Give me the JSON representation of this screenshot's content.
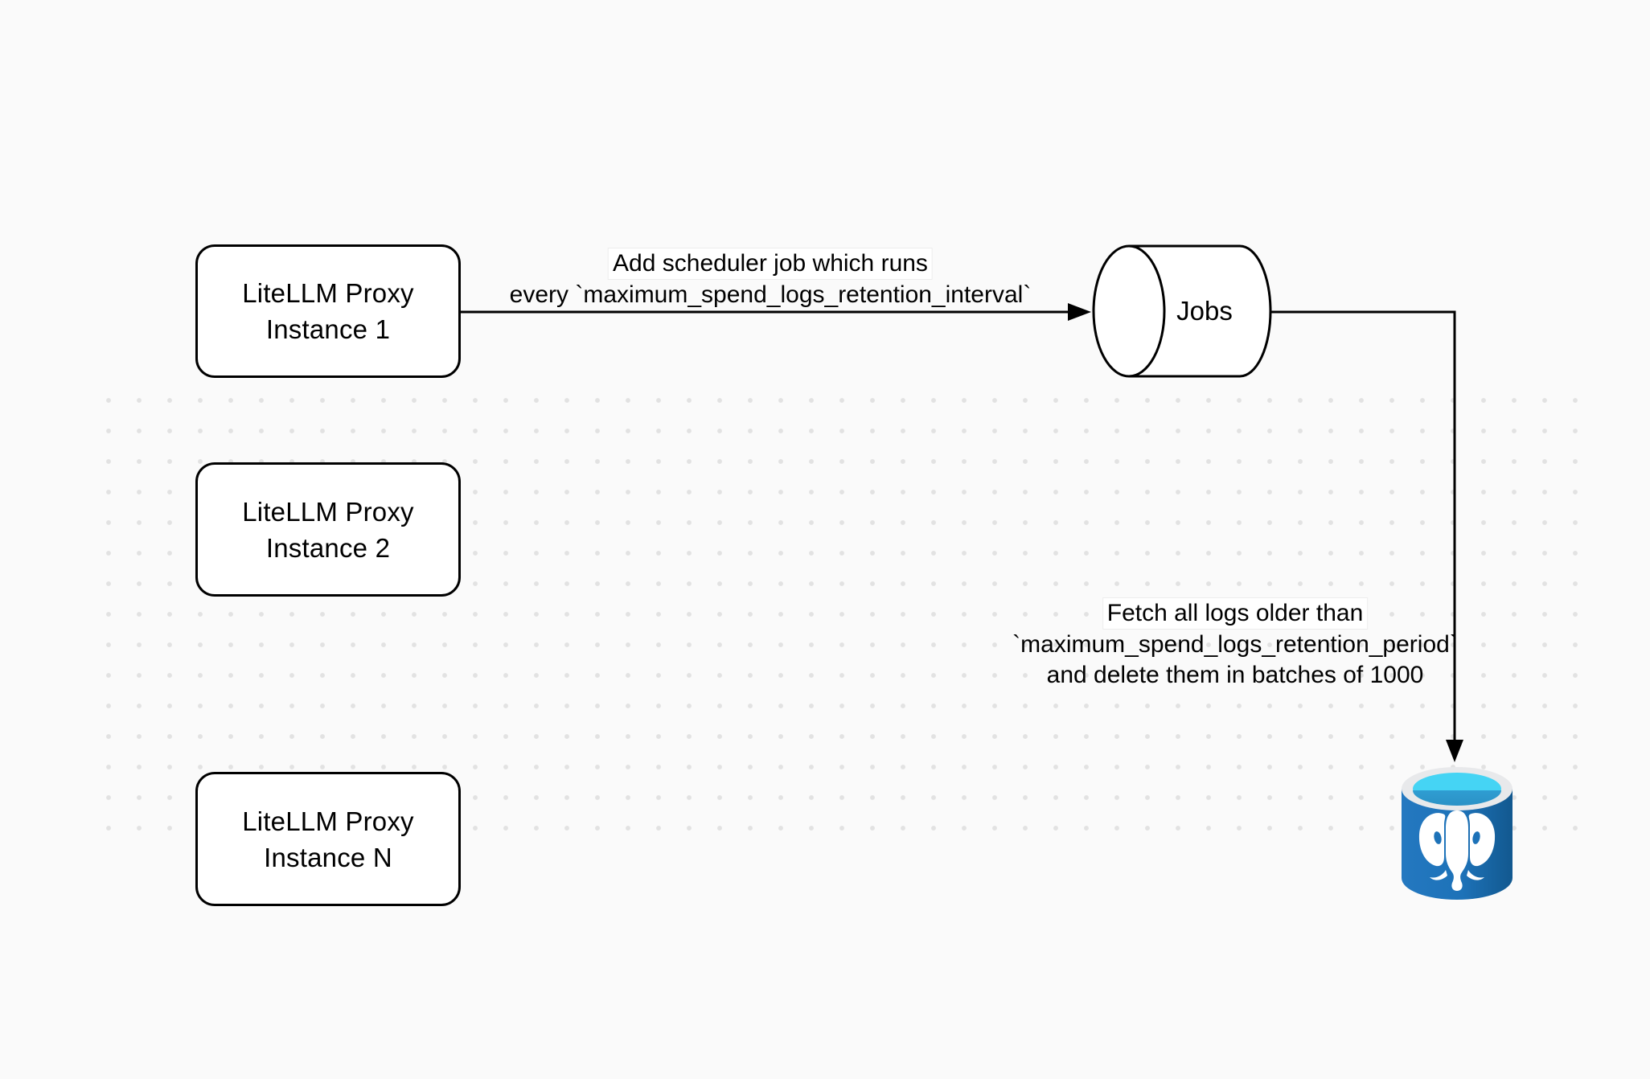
{
  "diagram": {
    "title_hint": "LiteLLM spend-logs cleanup scheduler diagram",
    "background": "#fafafa",
    "dot_color": "#e2e2e2",
    "stroke_color": "#000000",
    "nodes": {
      "proxy_instances": [
        {
          "line1": "LiteLLM Proxy",
          "line2": "Instance 1"
        },
        {
          "line1": "LiteLLM Proxy",
          "line2": "Instance 2"
        },
        {
          "line1": "LiteLLM Proxy",
          "line2": "Instance N"
        }
      ],
      "jobs": {
        "shape": "horizontal-cylinder",
        "label": "Jobs"
      },
      "database": {
        "icon": "postgresql-icon"
      }
    },
    "edges": {
      "scheduler": {
        "from": "LiteLLM Proxy Instance 1",
        "to": "Jobs",
        "line1": "Add scheduler job which runs",
        "line2": "every `maximum_spend_logs_retention_interval`"
      },
      "fetch": {
        "from": "Jobs",
        "to": "postgresql-database",
        "line1": "Fetch all logs older than",
        "line2": "`maximum_spend_logs_retention_period`",
        "line3": "and delete them in batches of 1000"
      }
    },
    "colors": {
      "postgres_body": "#1d72b8",
      "postgres_body_light": "#2478c0",
      "postgres_body_dark": "#12588f",
      "postgres_rim": "#e8e9eb",
      "postgres_water_light": "#45d4f4",
      "postgres_water_dark": "#2b92c6",
      "elephant": "#ffffff"
    }
  }
}
